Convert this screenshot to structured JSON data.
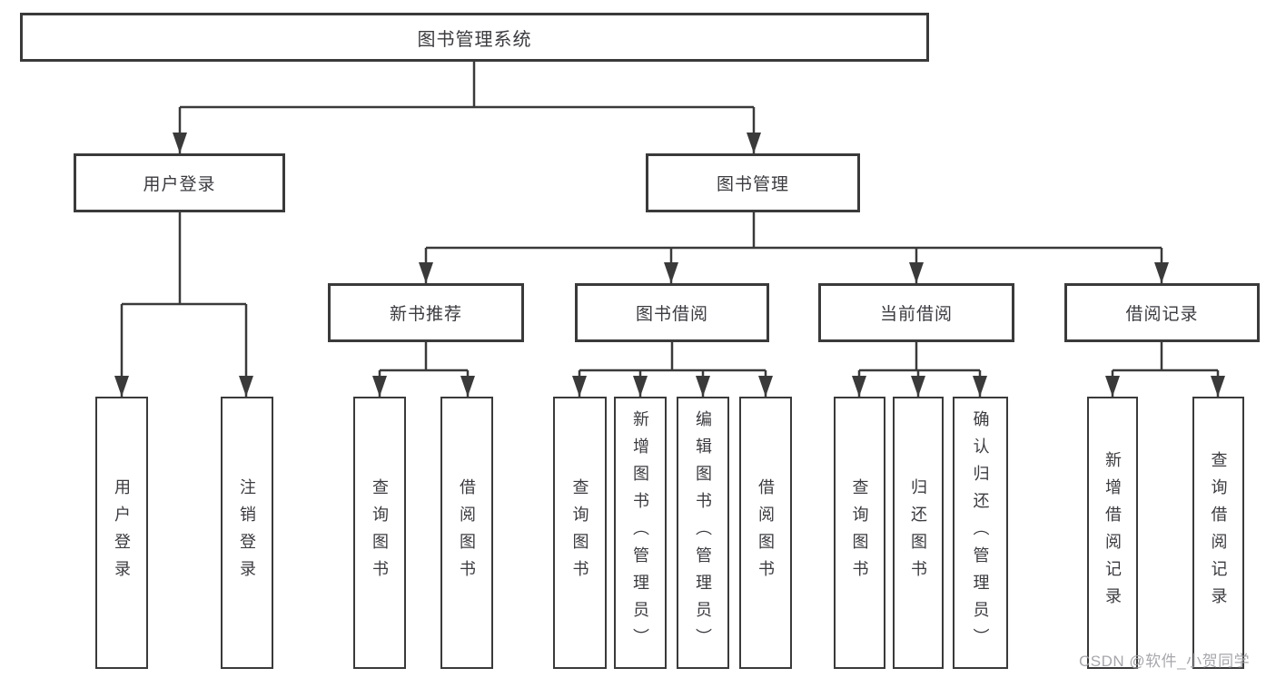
{
  "diagram": {
    "root": {
      "label": "图书管理系统"
    },
    "level2": [
      {
        "label": "用户登录"
      },
      {
        "label": "图书管理"
      }
    ],
    "level3": [
      {
        "label": "新书推荐"
      },
      {
        "label": "图书借阅"
      },
      {
        "label": "当前借阅"
      },
      {
        "label": "借阅记录"
      }
    ],
    "leaves": {
      "user_login": [
        {
          "label": "用户登录"
        },
        {
          "label": "注销登录"
        }
      ],
      "new_book": [
        {
          "label": "查询图书"
        },
        {
          "label": "借阅图书"
        }
      ],
      "book_borrow": [
        {
          "label": "查询图书"
        },
        {
          "label": "新增图书（管理员）"
        },
        {
          "label": "编辑图书（管理员）"
        },
        {
          "label": "借阅图书"
        }
      ],
      "current_borrow": [
        {
          "label": "查询图书"
        },
        {
          "label": "归还图书"
        },
        {
          "label": "确认归还（管理员）"
        }
      ],
      "borrow_records": [
        {
          "label": "新增借阅记录"
        },
        {
          "label": "查询借阅记录"
        }
      ]
    }
  },
  "watermark": {
    "text": "CSDN @软件_小贺同学"
  },
  "colors": {
    "line": "#3a3a3a",
    "text": "#3b3b40",
    "watermark": "#9e9ea4",
    "background": "#ffffff"
  }
}
